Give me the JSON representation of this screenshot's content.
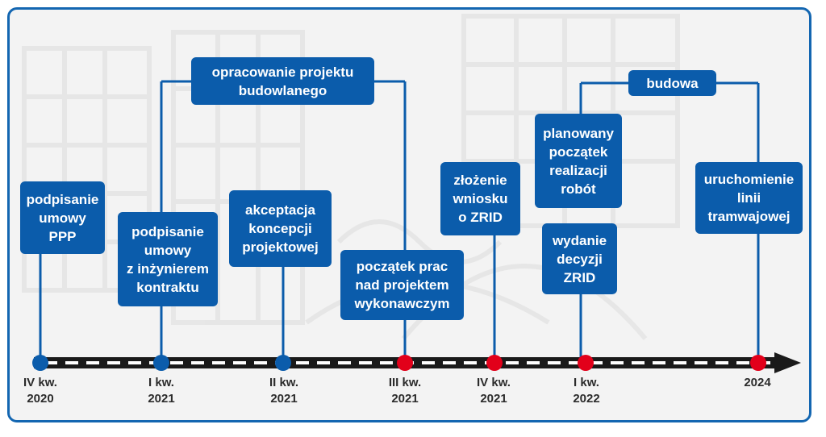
{
  "colors": {
    "frame": "#1366b1",
    "box": "#0b5cab",
    "done_marker": "#0b5cab",
    "upcoming_marker": "#e2001a",
    "axis": "#1a1a1a"
  },
  "milestones": [
    {
      "label": "IV kw.\n2020",
      "text": "podpisanie\numowy\nPPP",
      "status": "done"
    },
    {
      "label": "I kw.\n2021",
      "text": "podpisanie\numowy\nz inżynierem\nkontraktu",
      "status": "done"
    },
    {
      "label": "II kw.\n2021",
      "text": "akceptacja\nkoncepcji\nprojektowej",
      "status": "done"
    },
    {
      "label": "III kw.\n2021",
      "text": "początek prac\nnad projektem\nwykonawczym",
      "status": "upcoming"
    },
    {
      "label": "IV kw.\n2021",
      "text": "złożenie\nwniosku\no ZRID",
      "status": "upcoming"
    },
    {
      "label": "I kw.\n2022",
      "text": "wydanie\ndecyzji\nZRID",
      "status": "upcoming"
    },
    {
      "label": "2024",
      "text": "uruchomienie\nlinii\ntramwajowej",
      "status": "upcoming"
    }
  ],
  "extra_box": {
    "text": "planowany\npoczątek\nrealizacji\nrobót"
  },
  "phases": [
    {
      "text": "opracowanie projektu\nbudowlanego"
    },
    {
      "text": "budowa"
    }
  ]
}
